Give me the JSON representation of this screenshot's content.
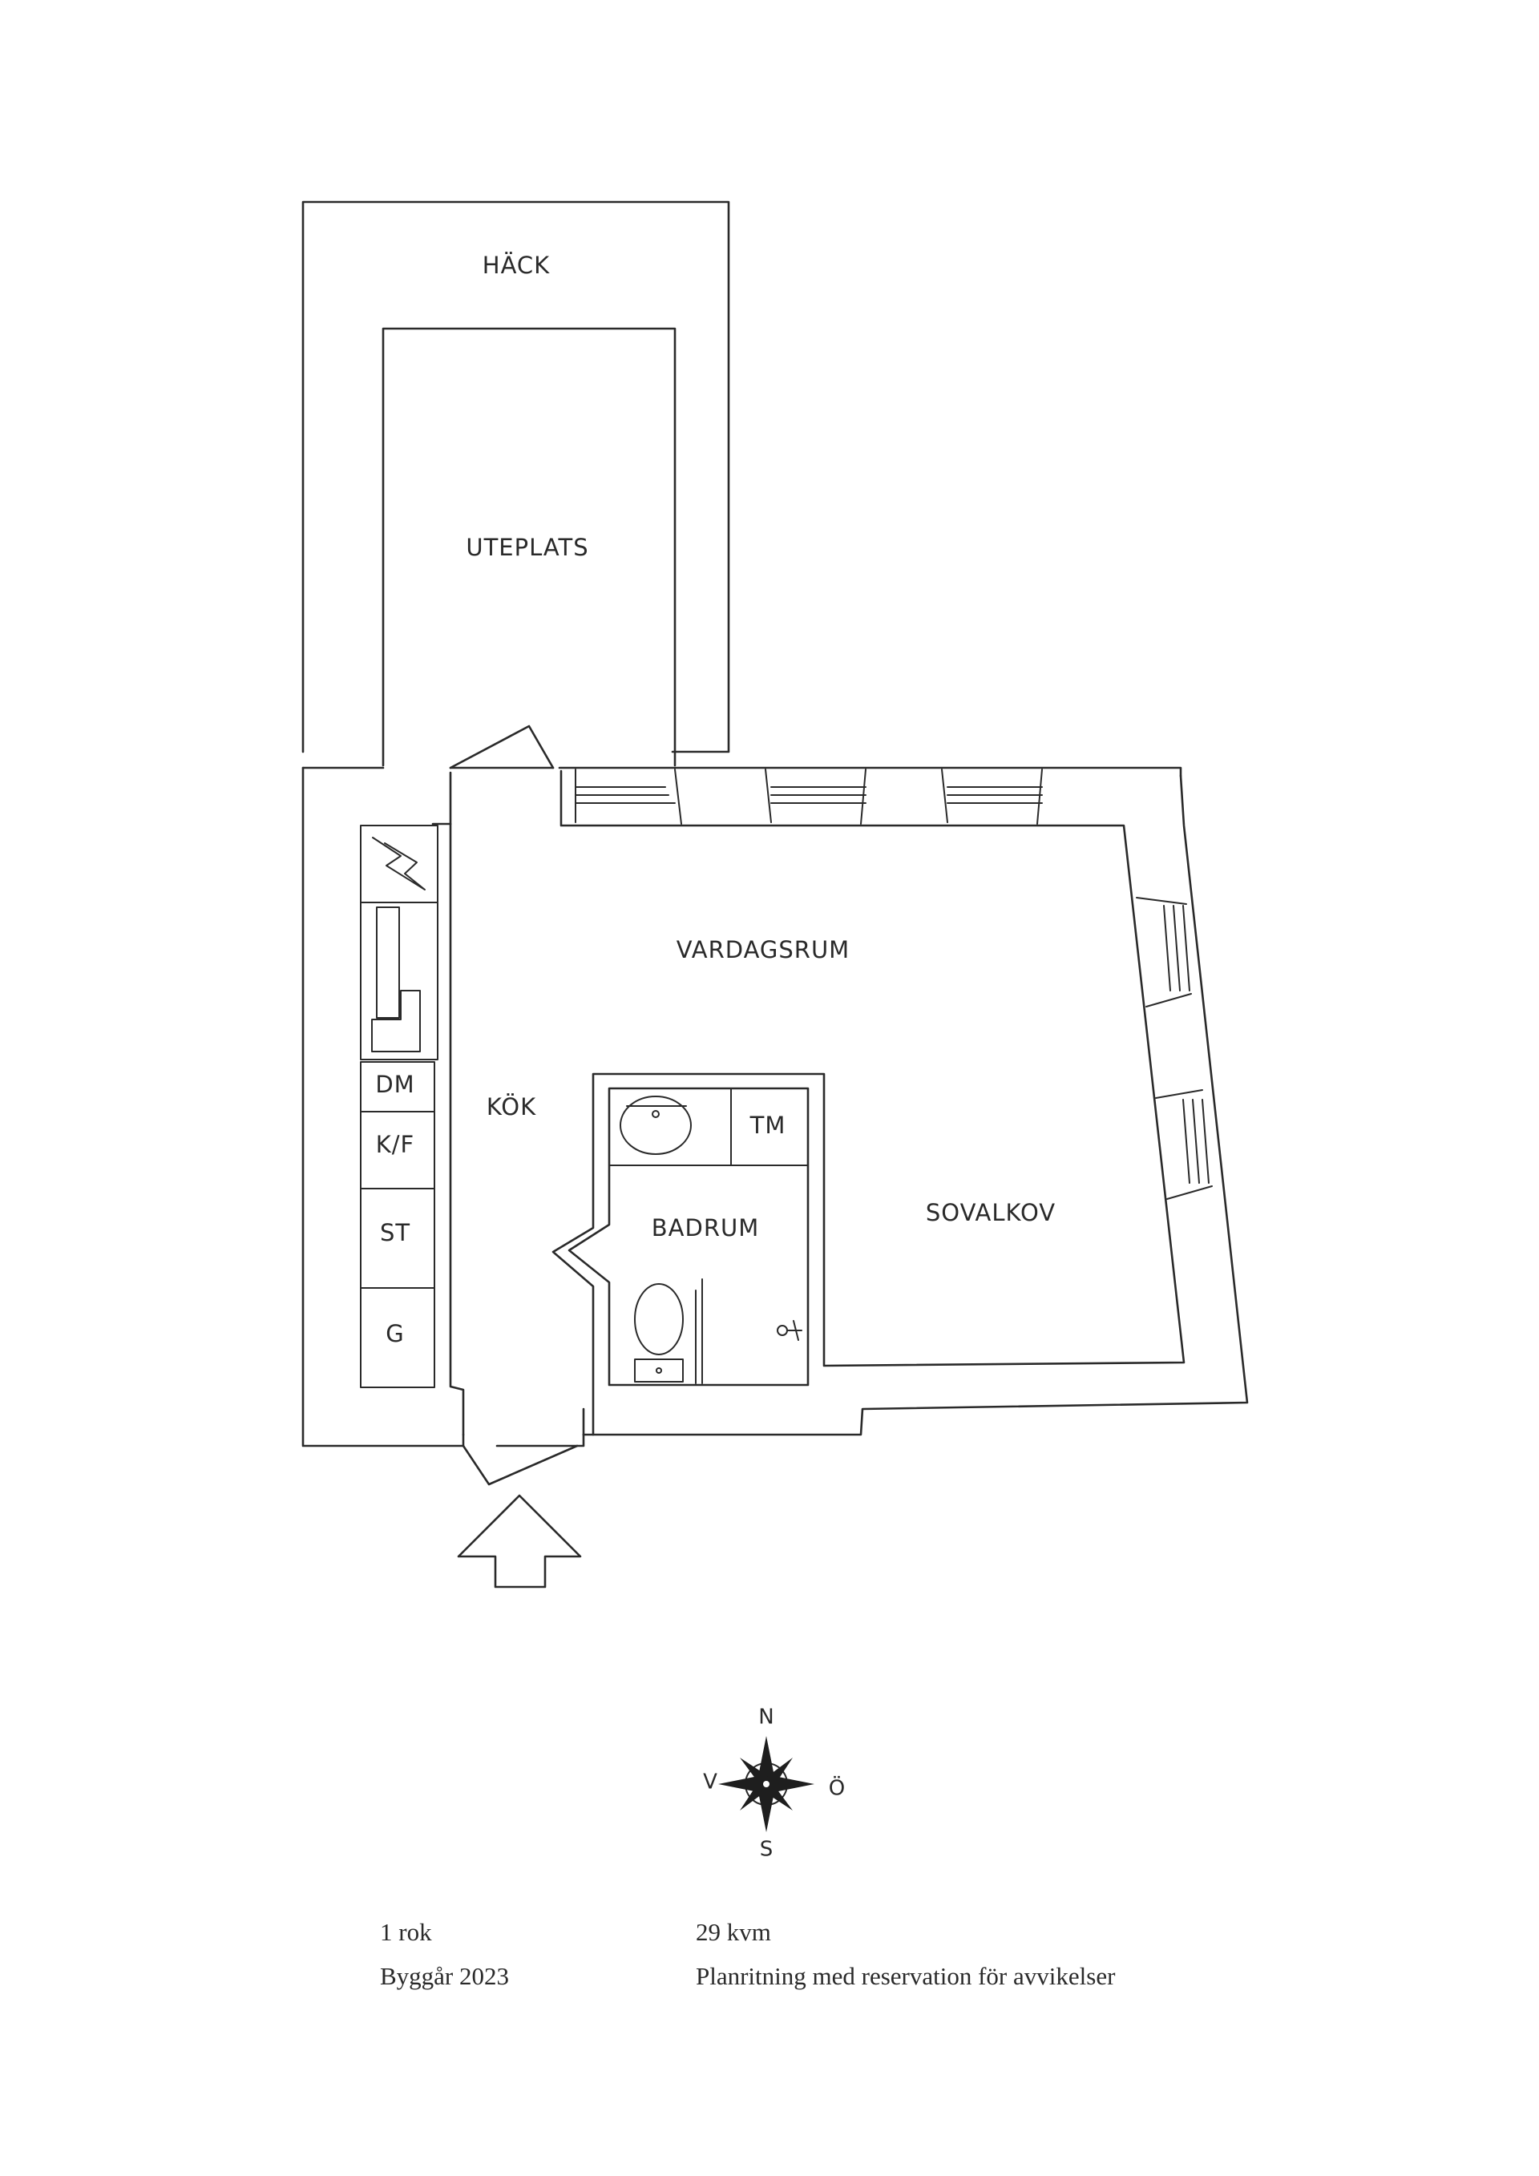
{
  "rooms": {
    "hack": "HÄCK",
    "uteplats": "UTEPLATS",
    "vardagsrum": "VARDAGSRUM",
    "kok": "KÖK",
    "badrum": "BADRUM",
    "sovalkov": "SOVALKOV",
    "tm": "TM",
    "dm": "DM",
    "kf": "K/F",
    "st": "ST",
    "g": "G"
  },
  "compass": {
    "north": "N",
    "south": "S",
    "west": "V",
    "east": "Ö"
  },
  "info": {
    "rooms_count": "1 rok",
    "area": "29 kvm",
    "built_year": "Byggår 2023",
    "disclaimer": "Planritning med reservation för avvikelser"
  }
}
